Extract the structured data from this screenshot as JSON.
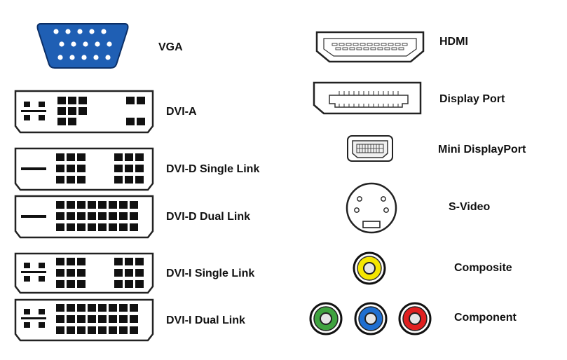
{
  "connectors": {
    "vga": {
      "label": "VGA",
      "color": "#1f5fb4"
    },
    "dvi_a": {
      "label": "DVI-A"
    },
    "dvi_d_single": {
      "label": "DVI-D Single Link"
    },
    "dvi_d_dual": {
      "label": "DVI-D Dual Link"
    },
    "dvi_i_single": {
      "label": "DVI-I Single Link"
    },
    "dvi_i_dual": {
      "label": "DVI-I Dual Link"
    },
    "hdmi": {
      "label": "HDMI"
    },
    "displayport": {
      "label": "Display Port"
    },
    "mini_displayport": {
      "label": "Mini DisplayPort"
    },
    "s_video": {
      "label": "S-Video"
    },
    "composite": {
      "label": "Composite",
      "color": "#f5e600"
    },
    "component": {
      "label": "Component",
      "colors": [
        "#3fa33f",
        "#1f6fd1",
        "#e02020"
      ]
    }
  }
}
